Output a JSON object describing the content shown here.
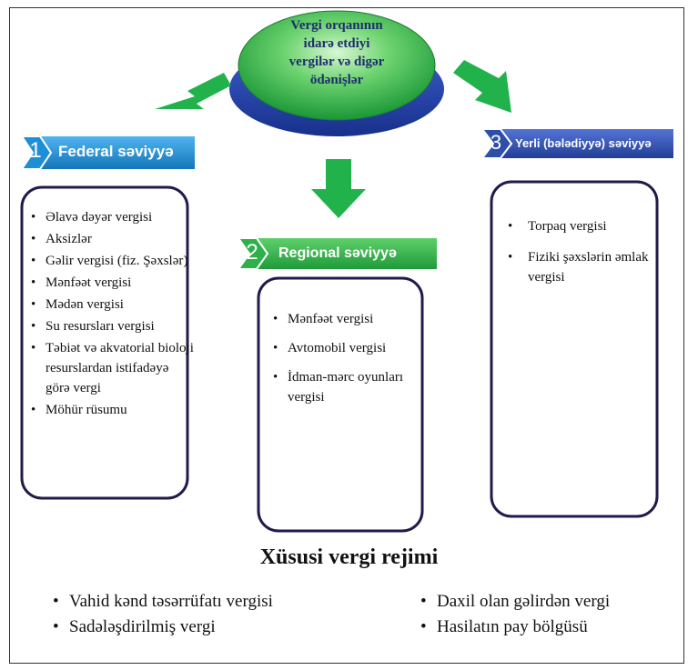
{
  "center": {
    "lines": [
      "Vergi orqanının",
      "idarə etdiyi",
      "vergilər və digər",
      "ödənişlər"
    ]
  },
  "federal": {
    "number": "1",
    "title": "Federal səviyyə",
    "items": [
      "Əlavə dəyər vergisi",
      "Aksizlər",
      "Gəlir vergisi (fiz. Şəxslər)",
      "Mənfəət vergisi",
      "Mədən vergisi",
      "Su resursları vergisi",
      "Təbiət və akvatorial bioloji resurslardan istifadəyə görə vergi",
      "Möhür rüsumu"
    ]
  },
  "regional": {
    "number": "2",
    "title": "Regional səviyyə",
    "items": [
      "Mənfəət vergisi",
      "Avtomobil vergisi",
      "İdman-mərc oyunları vergisi"
    ]
  },
  "local": {
    "number": "3",
    "title": "Yerli (bələdiyyə) səviyyə",
    "items": [
      "Torpaq vergisi",
      "Fiziki şəxslərin əmlak vergisi"
    ]
  },
  "special_regime": {
    "title": "Xüsusi vergi rejimi",
    "left_items": [
      "Vahid kənd təsərrüfatı vergisi",
      "Sadələşdirilmiş vergi"
    ],
    "right_items": [
      "Daxil olan gəlirdən vergi",
      "Hasilatın pay bölgüsü"
    ]
  },
  "colors": {
    "federal_banner": "#1e8fd6",
    "regional_banner": "#2eb04a",
    "local_banner": "#2e4fa8",
    "box_border": "#221a4a",
    "arrow": "#22b24c",
    "platform": "#2a45b0",
    "ellipse_top": "#5fd06a"
  }
}
